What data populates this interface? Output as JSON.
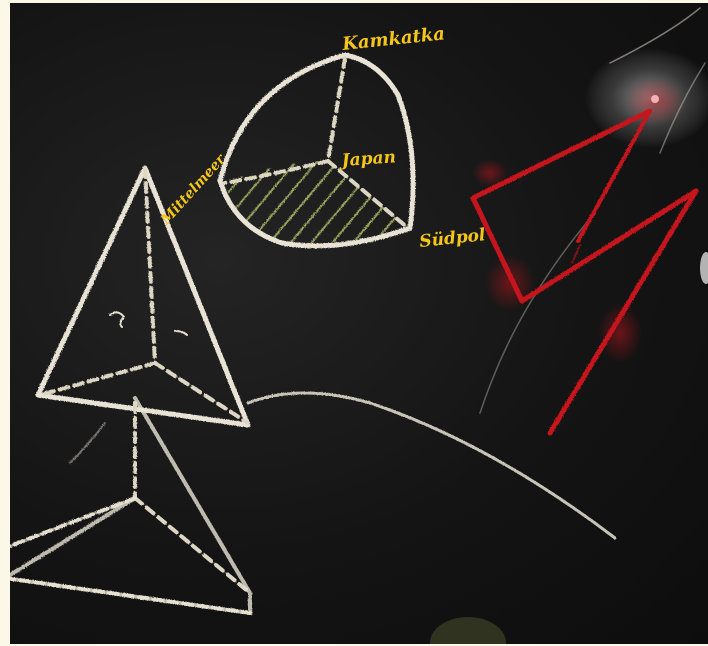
{
  "photo": {
    "labels": {
      "top": "Kamkatka",
      "middle": "Japan",
      "left": "Mittelmeer",
      "right": "Südpol"
    },
    "colors": {
      "board": "#141414",
      "chalk_white": "#e8e3d4",
      "chalk_yellow": "#f5c518",
      "chalk_red": "#c4141c",
      "border": "#fbf8e8"
    }
  }
}
